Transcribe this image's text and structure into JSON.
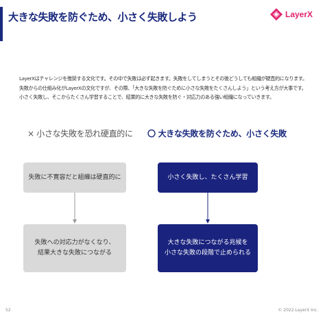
{
  "header": {
    "title": "大きな失敗を防ぐため、小さく失敗しよう",
    "logo_text": "LayerX",
    "brand_color": "#e0246e",
    "title_color": "#1a2a7e"
  },
  "intro": {
    "lines": [
      "LayerXはチャレンジを推奨する文化です。その中で失敗は必ず起きます。失敗をしてしまうとその後どうしても組織が硬直的になります。",
      "失敗からの仕組み化がLayerXの文化ですが、その際、「大きな失敗を防ぐために小さな失敗をたくさんしよう」という考え方が大事です。",
      "小さく失敗し、そこからたくさん学習することで、結果的に大きな失敗を防ぐ・対応力のある強い組織になっていきます。"
    ]
  },
  "columns": {
    "left": {
      "heading": "× 小さな失敗を恐れ硬直的に",
      "box1": [
        "失敗に不寛容だと組織は硬直的に"
      ],
      "box2": [
        "失敗への対応力がなくなり、",
        "結果大きな失敗につながる"
      ],
      "color": "#d9d9d9"
    },
    "right": {
      "heading": "〇 大きな失敗を防ぐため、小さく失敗",
      "box1": [
        "小さく失敗し、たくさん学習"
      ],
      "box2": [
        "大きな失敗につながる兆候を",
        "小さな失敗の段階で止められる"
      ],
      "color": "#1a237e"
    }
  },
  "footer": {
    "page_number": "52",
    "copyright": "© 2022 LayerX Inc."
  }
}
